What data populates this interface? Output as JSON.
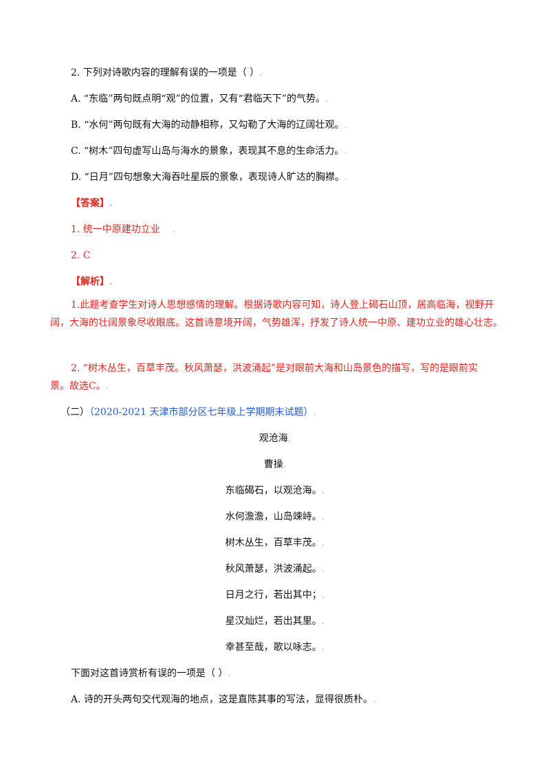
{
  "q2": {
    "stem": "2. 下列对诗歌内容的理解有误的一项是（ ）",
    "options": [
      "A. “东临”两句既点明“观”的位置，又有“君临天下”的气势。",
      "B. “水何”两句既有大海的动静相称，又勾勒了大海的辽阔壮观。",
      "C. “树木”四句虚写山岛与海水的景象，表现其不息的生命活力。",
      "D. “日月”四句想象大海吞吐星辰的景象，表现诗人旷达的胸襟。"
    ]
  },
  "answer": {
    "heading": "【答案】",
    "items": [
      "1. 统一中原建功立业",
      "2. C"
    ]
  },
  "analysis": {
    "heading": "【解析】",
    "p1_line1": "1.此题考查学生对诗人思想感情的理解。根据诗歌内容可知，诗人登上碣石山顶，居高临海，视野开",
    "p1_line2": "阔，大海的壮阔景象尽收眼底。这首诗意境开阔，气势雄浑，抒发了诗人统一中原、建功立业的雄心壮志。",
    "p2_line1": "2. “树木丛生，百草丰茂。秋风萧瑟，洪波涌起”是对眼前大海和山岛景色的描写，写的是眼前实",
    "p2_line2": "景。故选C。"
  },
  "section2": {
    "prefix": "（二）",
    "source": "（2020-2021 天津市部分区七年级上学期期末试题）"
  },
  "poem": {
    "title": "观沧海",
    "author": "曹操",
    "lines": [
      "东临碣石，以观沧海。",
      "水何澹澹，山岛竦峙。",
      "树木丛生，百草丰茂。",
      "秋风萧瑟，洪波涌起。",
      "日月之行，若出其中；",
      "星汉灿烂，若出其里。",
      "幸甚至哉，歌以咏志。"
    ]
  },
  "q_next": {
    "stem": "下面对这首诗赏析有误的一项是（ ）",
    "option_a": "A. 诗的开头两句交代观海的地点，这是直陈其事的写法，显得很质朴。"
  },
  "colors": {
    "answer_red": "#e0261f",
    "source_blue": "#1f5bd6"
  }
}
